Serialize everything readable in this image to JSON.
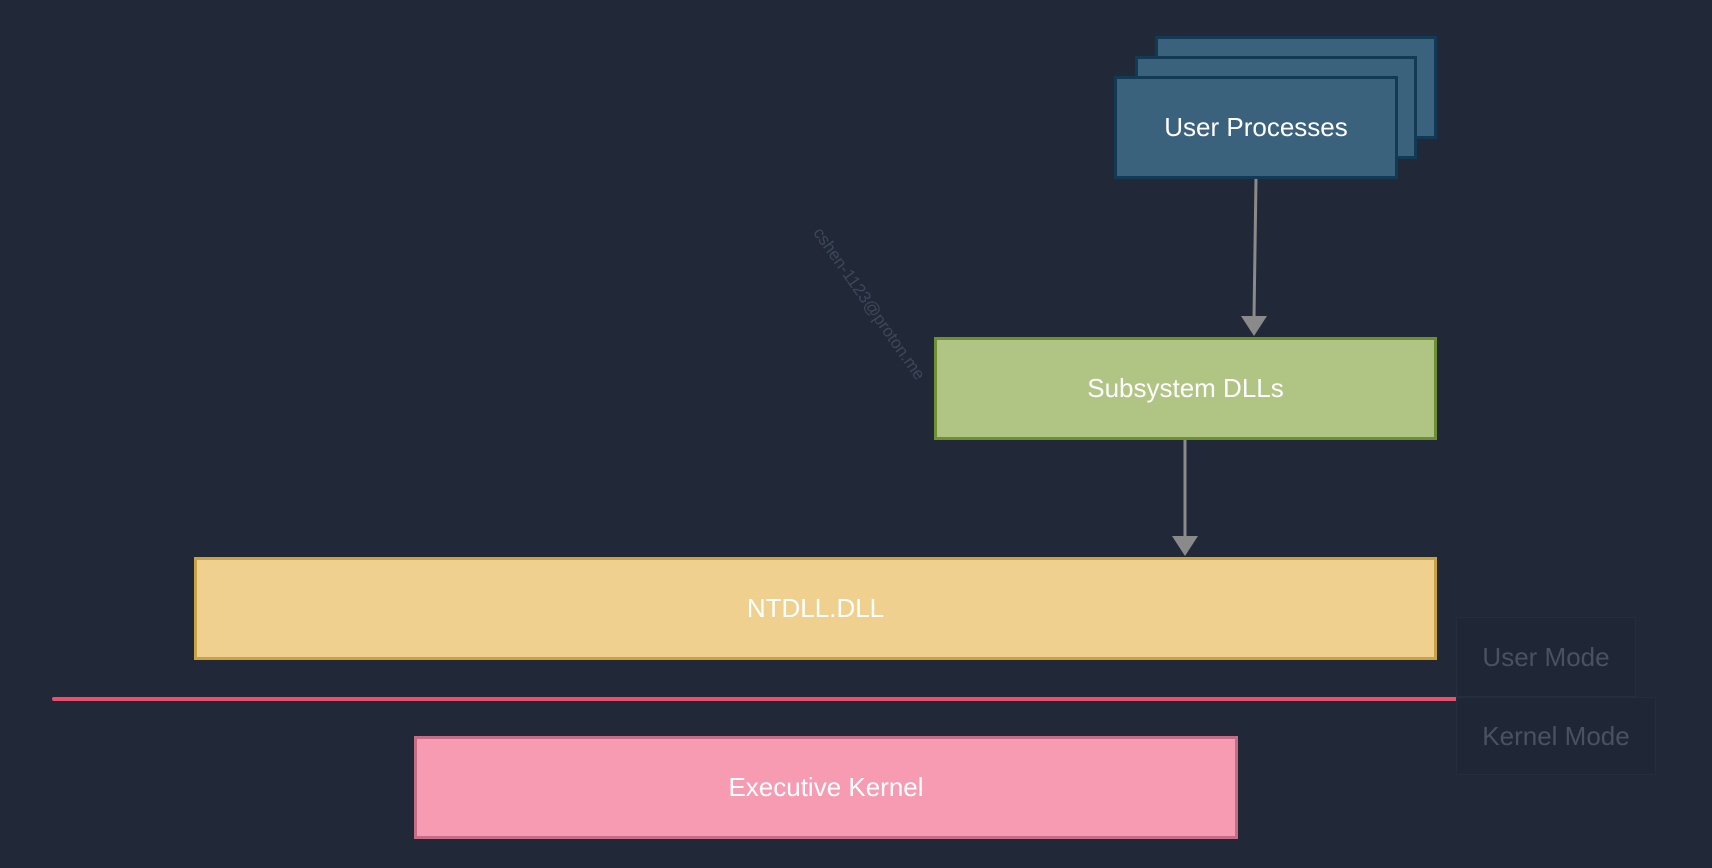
{
  "diagram": {
    "nodes": {
      "user_processes": "User Processes",
      "subsystem_dlls": "Subsystem DLLs",
      "ntdll": "NTDLL.DLL",
      "executive_kernel": "Executive Kernel"
    },
    "modes": {
      "user_mode": "User Mode",
      "kernel_mode": "Kernel Mode"
    },
    "edges": [
      {
        "from": "User Processes",
        "to": "Subsystem DLLs"
      },
      {
        "from": "Subsystem DLLs",
        "to": "NTDLL.DLL"
      }
    ],
    "watermark": "cshen-1123@proton.me"
  },
  "colors": {
    "background": "#212838",
    "user_processes": "#3b627d",
    "subsystem_dlls": "#b0c584",
    "ntdll": "#efd08e",
    "executive_kernel": "#f79bb2",
    "mode_boundary": "#e94f6f",
    "arrow": "#8a8a8a"
  }
}
